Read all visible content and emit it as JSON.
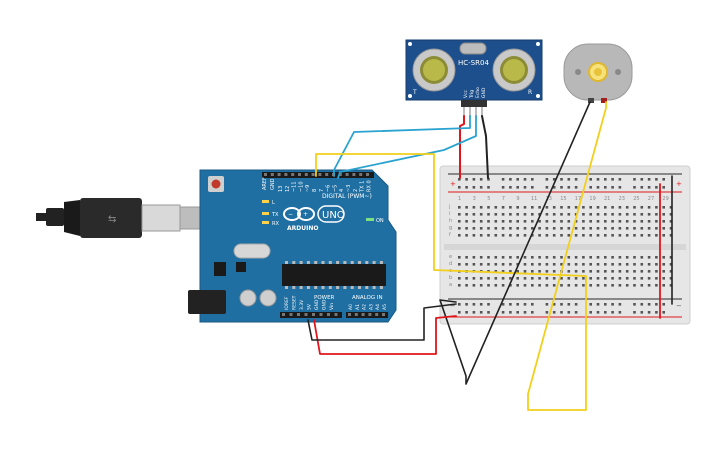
{
  "colors": {
    "arduino_blue": "#1f6fa3",
    "sensor_blue": "#1d4f8c",
    "breadboard": "#e9e9e9",
    "wire_red": "#e0161c",
    "wire_black": "#222222",
    "wire_yellow": "#f2cf1a",
    "wire_cyan": "#2ba3d0",
    "motor_gray": "#b8b8b8"
  },
  "sensor": {
    "model": "HC-SR04",
    "pin_labels": [
      "Vcc",
      "Trig",
      "Echo",
      "GND"
    ],
    "corner_left": "T",
    "corner_right": "R"
  },
  "arduino": {
    "brand": "ARDUINO",
    "model": "UNO",
    "digital_label": "DIGITAL (PWM~)",
    "analog_label": "ANALOG IN",
    "power_label": "POWER",
    "aref": "AREF",
    "gnd": "GND",
    "l_led": "L",
    "tx": "TX",
    "rx": "RX",
    "on": "ON",
    "digital_pins": [
      "13",
      "12",
      "~11",
      "~10",
      "~9",
      "8",
      "7",
      "~6",
      "~5",
      "4",
      "~3",
      "2",
      "TX 1",
      "RX 0"
    ],
    "analog_pins": [
      "A0",
      "A1",
      "A2",
      "A3",
      "A4",
      "A5"
    ],
    "power_pins": [
      "IOREF",
      "RESET",
      "3.3V",
      "5V",
      "GND",
      "GND",
      "Vin"
    ]
  },
  "breadboard": {
    "col_numbers": [
      "1",
      "3",
      "5",
      "7",
      "9",
      "11",
      "13",
      "15",
      "17",
      "19",
      "21",
      "23",
      "25",
      "27",
      "29"
    ],
    "row_letters_top": [
      "j",
      "i",
      "h",
      "g",
      "f"
    ],
    "row_letters_bottom": [
      "e",
      "d",
      "c",
      "b",
      "a"
    ]
  }
}
